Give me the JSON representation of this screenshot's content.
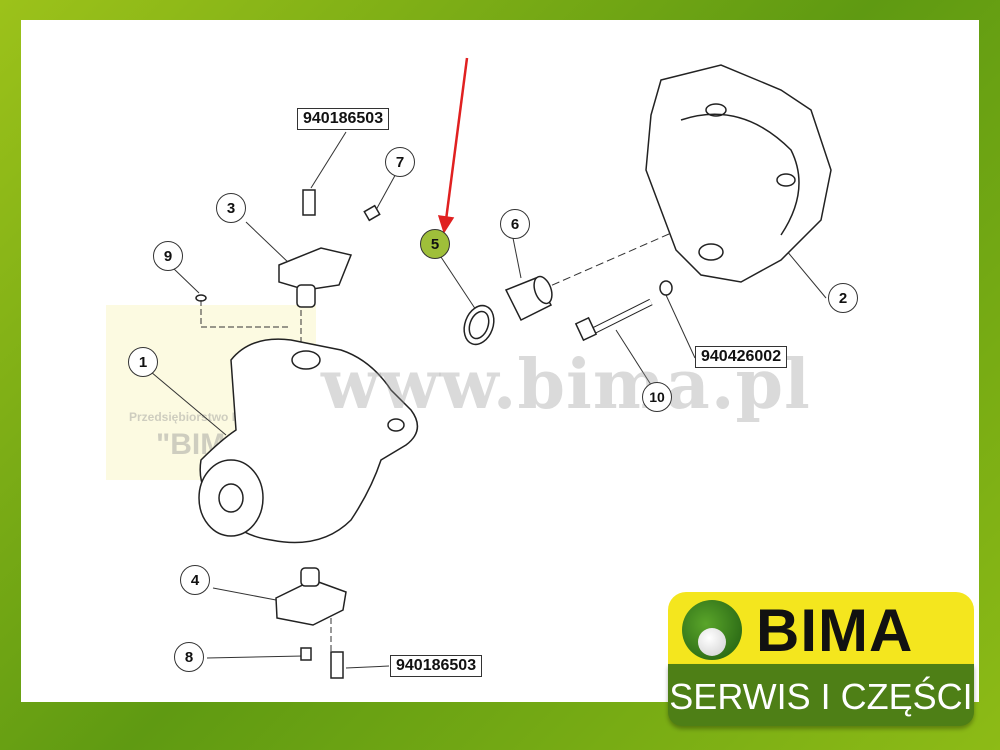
{
  "diagram": {
    "callouts": [
      "1",
      "2",
      "3",
      "4",
      "5",
      "6",
      "7",
      "8",
      "9",
      "10"
    ],
    "highlighted_callout": "5",
    "part_numbers": {
      "bolt_top": "940186503",
      "nut": "940426002",
      "bolt_bottom": "940186503"
    }
  },
  "watermark": {
    "url": "www.bima.pl",
    "company_line": "Przedsiębiorstwo Handlowe",
    "company_name": "\"BIMA\""
  },
  "logo": {
    "name": "BIMA",
    "tagline": "SERWIS I CZĘŚCI"
  },
  "colors": {
    "frame": "#7fb016",
    "highlight": "#9fbf3a",
    "arrow": "#e02020",
    "logo_yellow": "#f4e61e",
    "logo_green": "#4e7f16"
  }
}
